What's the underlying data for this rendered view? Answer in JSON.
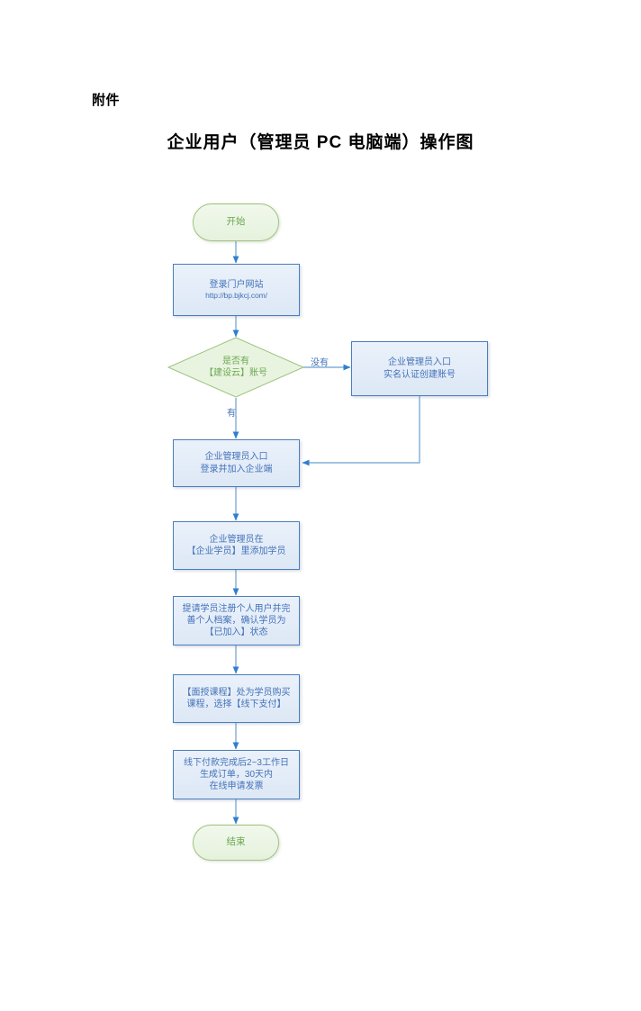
{
  "header": {
    "attachment_label": "附件",
    "title": "企业用户（管理员 PC 电脑端）操作图"
  },
  "chart_data": {
    "type": "flowchart",
    "title": "企业用户（管理员 PC 电脑端）操作图",
    "orientation": "top-to-bottom",
    "nodes": [
      {
        "id": "start",
        "shape": "terminator",
        "lines": [
          "开始"
        ]
      },
      {
        "id": "portal",
        "shape": "process",
        "lines": [
          "登录门户网站",
          "http://bp.bjkcj.com/"
        ]
      },
      {
        "id": "has_account",
        "shape": "decision",
        "lines": [
          "是否有",
          "【建设云】账号"
        ]
      },
      {
        "id": "create_account",
        "shape": "process",
        "lines": [
          "企业管理员入口",
          "实名认证创建账号"
        ]
      },
      {
        "id": "login_join",
        "shape": "process",
        "lines": [
          "企业管理员入口",
          "登录并加入企业端"
        ]
      },
      {
        "id": "add_student",
        "shape": "process",
        "lines": [
          "企业管理员在",
          "【企业学员】里添加学员"
        ]
      },
      {
        "id": "register",
        "shape": "process",
        "lines": [
          "提请学员注册个人用户并完",
          "善个人档案，确认学员为",
          "【已加入】状态"
        ]
      },
      {
        "id": "buy_course",
        "shape": "process",
        "lines": [
          "【面授课程】处为学员购买",
          "课程，选择【线下支付】"
        ]
      },
      {
        "id": "invoice",
        "shape": "process",
        "lines": [
          "线下付款完成后2~3工作日",
          "生成订单，30天内",
          "在线申请发票"
        ]
      },
      {
        "id": "end",
        "shape": "terminator",
        "lines": [
          "结束"
        ]
      }
    ],
    "edges": [
      {
        "from": "start",
        "to": "portal",
        "label": ""
      },
      {
        "from": "portal",
        "to": "has_account",
        "label": ""
      },
      {
        "from": "has_account",
        "to": "create_account",
        "label": "没有"
      },
      {
        "from": "has_account",
        "to": "login_join",
        "label": "有"
      },
      {
        "from": "create_account",
        "to": "login_join",
        "label": ""
      },
      {
        "from": "login_join",
        "to": "add_student",
        "label": ""
      },
      {
        "from": "add_student",
        "to": "register",
        "label": ""
      },
      {
        "from": "register",
        "to": "buy_course",
        "label": ""
      },
      {
        "from": "buy_course",
        "to": "invoice",
        "label": ""
      },
      {
        "from": "invoice",
        "to": "end",
        "label": ""
      }
    ],
    "colors": {
      "terminator_fill": "#e9f4e0",
      "terminator_border": "#9ec37e",
      "terminator_text": "#6aa84f",
      "process_fill": "#e4edf9",
      "process_border": "#4a7ebb",
      "process_text": "#4472b8",
      "connector": "#3d85c8",
      "page_background": "#ffffff"
    }
  }
}
